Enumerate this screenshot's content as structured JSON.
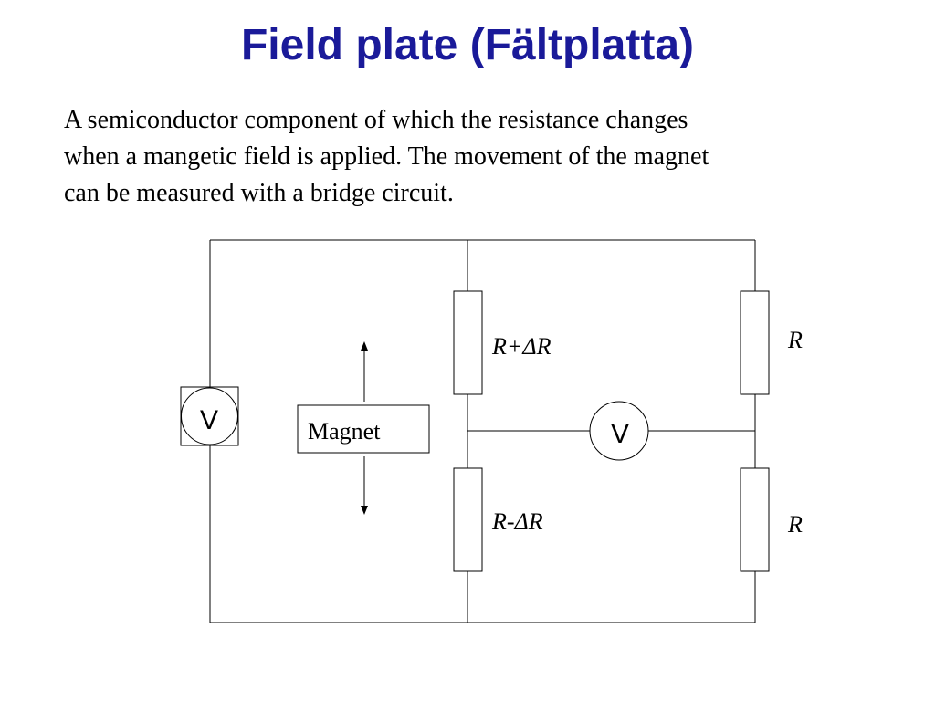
{
  "slide": {
    "title": "Field plate (Fältplatta)",
    "body_lines": [
      "A semiconductor component of which the resistance changes",
      "when a mangetic field is applied. The movement of the magnet",
      "can be measured with a bridge circuit."
    ]
  },
  "circuit": {
    "source_meter_label": "V",
    "bridge_meter_label": "V",
    "magnet_label": "Magnet",
    "resistors": {
      "top_left": "R+ΔR",
      "bottom_left": "R-ΔR",
      "top_right": "R",
      "bottom_right": "R"
    }
  },
  "colors": {
    "title": "#1a1a99",
    "text": "#000000",
    "lines": "#000000"
  }
}
